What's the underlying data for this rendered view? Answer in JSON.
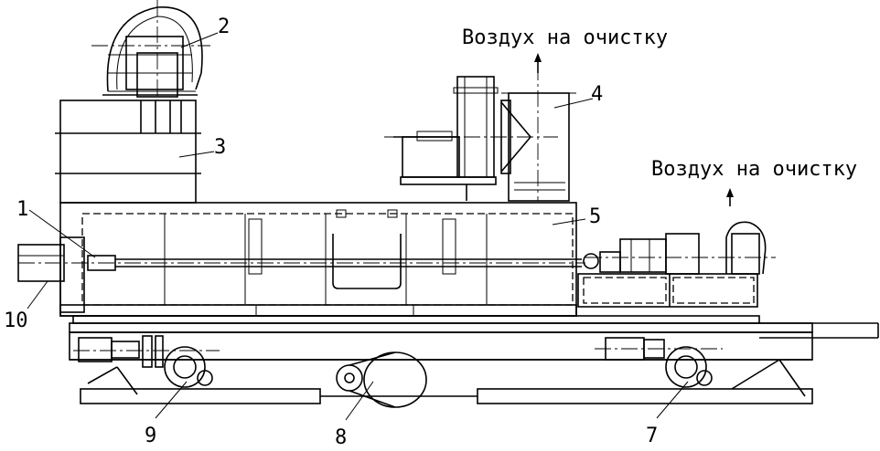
{
  "annotations": {
    "air_top": "Воздух на очистку",
    "air_right": "Воздух на очистку"
  },
  "callouts": [
    "1",
    "2",
    "3",
    "4",
    "5",
    "7",
    "8",
    "9",
    "10"
  ]
}
